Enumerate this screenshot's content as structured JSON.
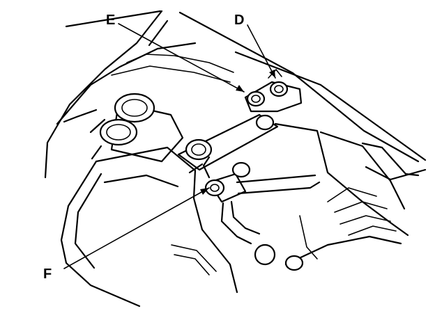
{
  "callouts": {
    "e": "E",
    "d": "D",
    "f": "F"
  },
  "colors": {
    "line": "#000000",
    "background": "#ffffff"
  }
}
